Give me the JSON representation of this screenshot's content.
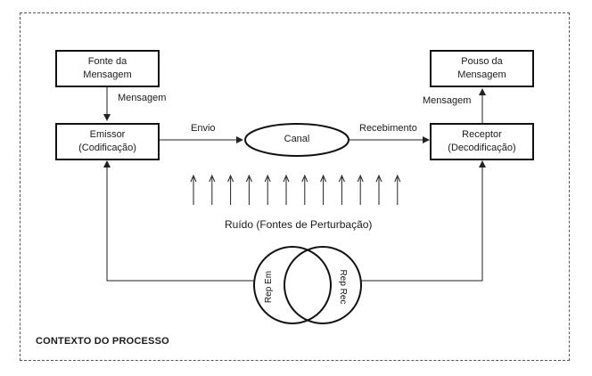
{
  "diagram": {
    "source_box": {
      "line1": "Fonte da",
      "line2": "Mensagem"
    },
    "emitter_box": {
      "line1": "Emissor",
      "line2": "(Codificação)"
    },
    "destination_box": {
      "line1": "Pouso da",
      "line2": "Mensagem"
    },
    "receiver_box": {
      "line1": "Receptor",
      "line2": "(Decodificação)"
    },
    "channel_label": "Canal",
    "message_left_label": "Mensagem",
    "message_right_label": "Mensagem",
    "send_label": "Envio",
    "receive_label": "Recebimento",
    "noise_label": "Ruído (Fontes de Perturbação)",
    "noise_arrow_count": 12,
    "repertoire_emitter": "Rep Em",
    "repertoire_receiver": "Rep Rec",
    "context_label": "CONTEXTO DO PROCESSO"
  }
}
